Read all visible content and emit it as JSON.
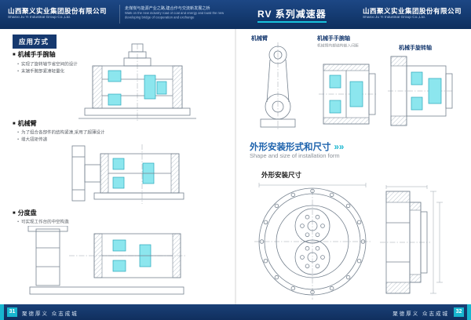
{
  "header": {
    "company_left_cn": "山西聚义实业集团股份有限公司",
    "company_left_en": "Shanxi Ju Yi Industrial Group Co.,Ltd.",
    "slogan_cn": "走煤炭与能源产业之路,建合作与交流新发展之桥",
    "slogan_en": "Walk on the new industry road of coal and energy and build the new developing bridge of cooperation and exchange",
    "product_title": "RV 系列减速器",
    "company_right_cn": "山西聚义实业集团股份有限公司",
    "company_right_en": "Shanxi Ju Yi Industrial Group Co.,Ltd."
  },
  "left_page": {
    "section_title": "应用方式",
    "subsections": [
      {
        "title": "机械手手腕轴",
        "bullets": [
          "实现了旋转轴节省空间的设计",
          "末端手腕部紧凑轻量化"
        ]
      },
      {
        "title": "机械臂",
        "bullets": [
          "为了组合各部件的结构紧凑,采用了超薄设计",
          "增大扭矩传递"
        ]
      },
      {
        "title": "分度盘",
        "bullets": [
          "可实现工作台的中空构造"
        ]
      }
    ]
  },
  "right_page": {
    "drawing_labels": [
      {
        "title": "机械臂",
        "note": ""
      },
      {
        "title": "机械手手腕轴",
        "note": "机械臂内部结构嵌入间距"
      },
      {
        "title": "机械手旋转轴",
        "note": ""
      }
    ],
    "install_heading_cn": "外形安装形式和尺寸",
    "install_heading_arrows": "»»",
    "install_heading_en": "Shape and size of installation form",
    "dims_title": "外形安装尺寸"
  },
  "footer": {
    "left_page_no": "31",
    "right_page_no": "32",
    "motto_left": "聚德厚义  众志成城",
    "motto_right": "聚德厚义  众志成城"
  },
  "colors": {
    "navy": "#143a70",
    "cyan": "#18b6cf",
    "highlight": "#8ce6ee"
  }
}
